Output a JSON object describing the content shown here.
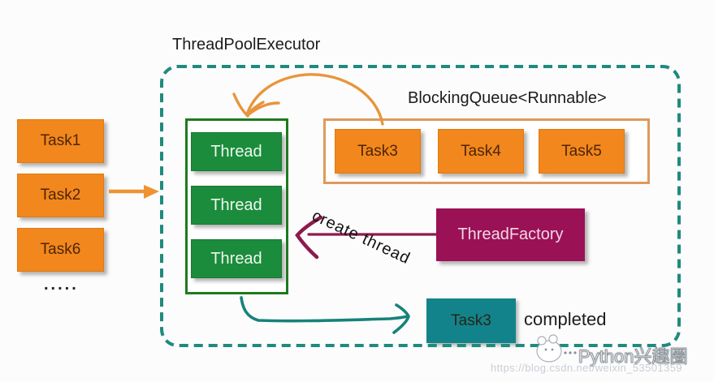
{
  "diagram": {
    "title": "ThreadPoolExecutor",
    "left_tasks": [
      "Task1",
      "Task2",
      "Task6"
    ],
    "left_ellipsis": ".....",
    "pool_threads": [
      "Thread",
      "Thread",
      "Thread"
    ],
    "queue": {
      "title": "BlockingQueue<Runnable>",
      "tasks": [
        "Task3",
        "Task4",
        "Task5"
      ]
    },
    "factory": {
      "label": "ThreadFactory",
      "arrow_label": "create thread"
    },
    "completed": {
      "task": "Task3",
      "label": "completed"
    },
    "watermark": {
      "brand": "Python兴趣圈",
      "url": "https://blog.csdn.net/weixin_53501359"
    },
    "colors": {
      "task_orange": "#F2871D",
      "queue_outline_orange": "#DD9A5C",
      "arrow_orange": "#EE9330",
      "thread_green": "#1B8C3C",
      "pool_border_green": "#1E7A1E",
      "executor_dash_teal": "#1F8A7E",
      "completed_arrow_teal": "#17827A",
      "completed_box_teal": "#12838A",
      "factory_magenta": "#9B1155",
      "factory_arrow_magenta": "#8E1A4D"
    }
  }
}
